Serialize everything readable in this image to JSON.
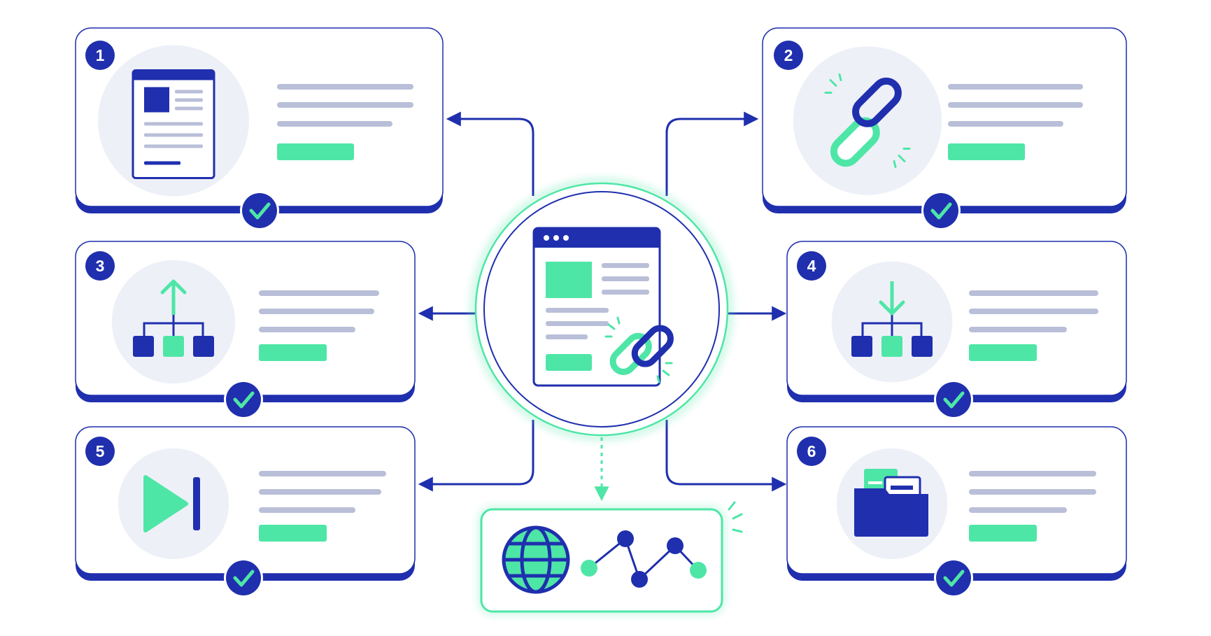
{
  "diagram": {
    "colors": {
      "navy": "#1f2fae",
      "green": "#4ee6a6",
      "light_line": "#b9bfd8",
      "disc": "#eef0f8",
      "background": "#ffffff"
    },
    "hub": {
      "icon": "webpage-with-chain-link-icon"
    },
    "bottom_panel": {
      "icons": [
        "globe-icon",
        "network-graph-icon"
      ]
    },
    "steps": [
      {
        "number": "1",
        "icon": "webpage-document-icon",
        "status": "check-badge-icon"
      },
      {
        "number": "2",
        "icon": "chain-link-icon",
        "status": "check-badge-icon"
      },
      {
        "number": "3",
        "icon": "hierarchy-upload-icon",
        "status": "check-badge-icon"
      },
      {
        "number": "4",
        "icon": "hierarchy-download-icon",
        "status": "check-badge-icon"
      },
      {
        "number": "5",
        "icon": "play-skip-icon",
        "status": "check-badge-icon"
      },
      {
        "number": "6",
        "icon": "folder-files-icon",
        "status": "check-badge-icon"
      }
    ]
  }
}
